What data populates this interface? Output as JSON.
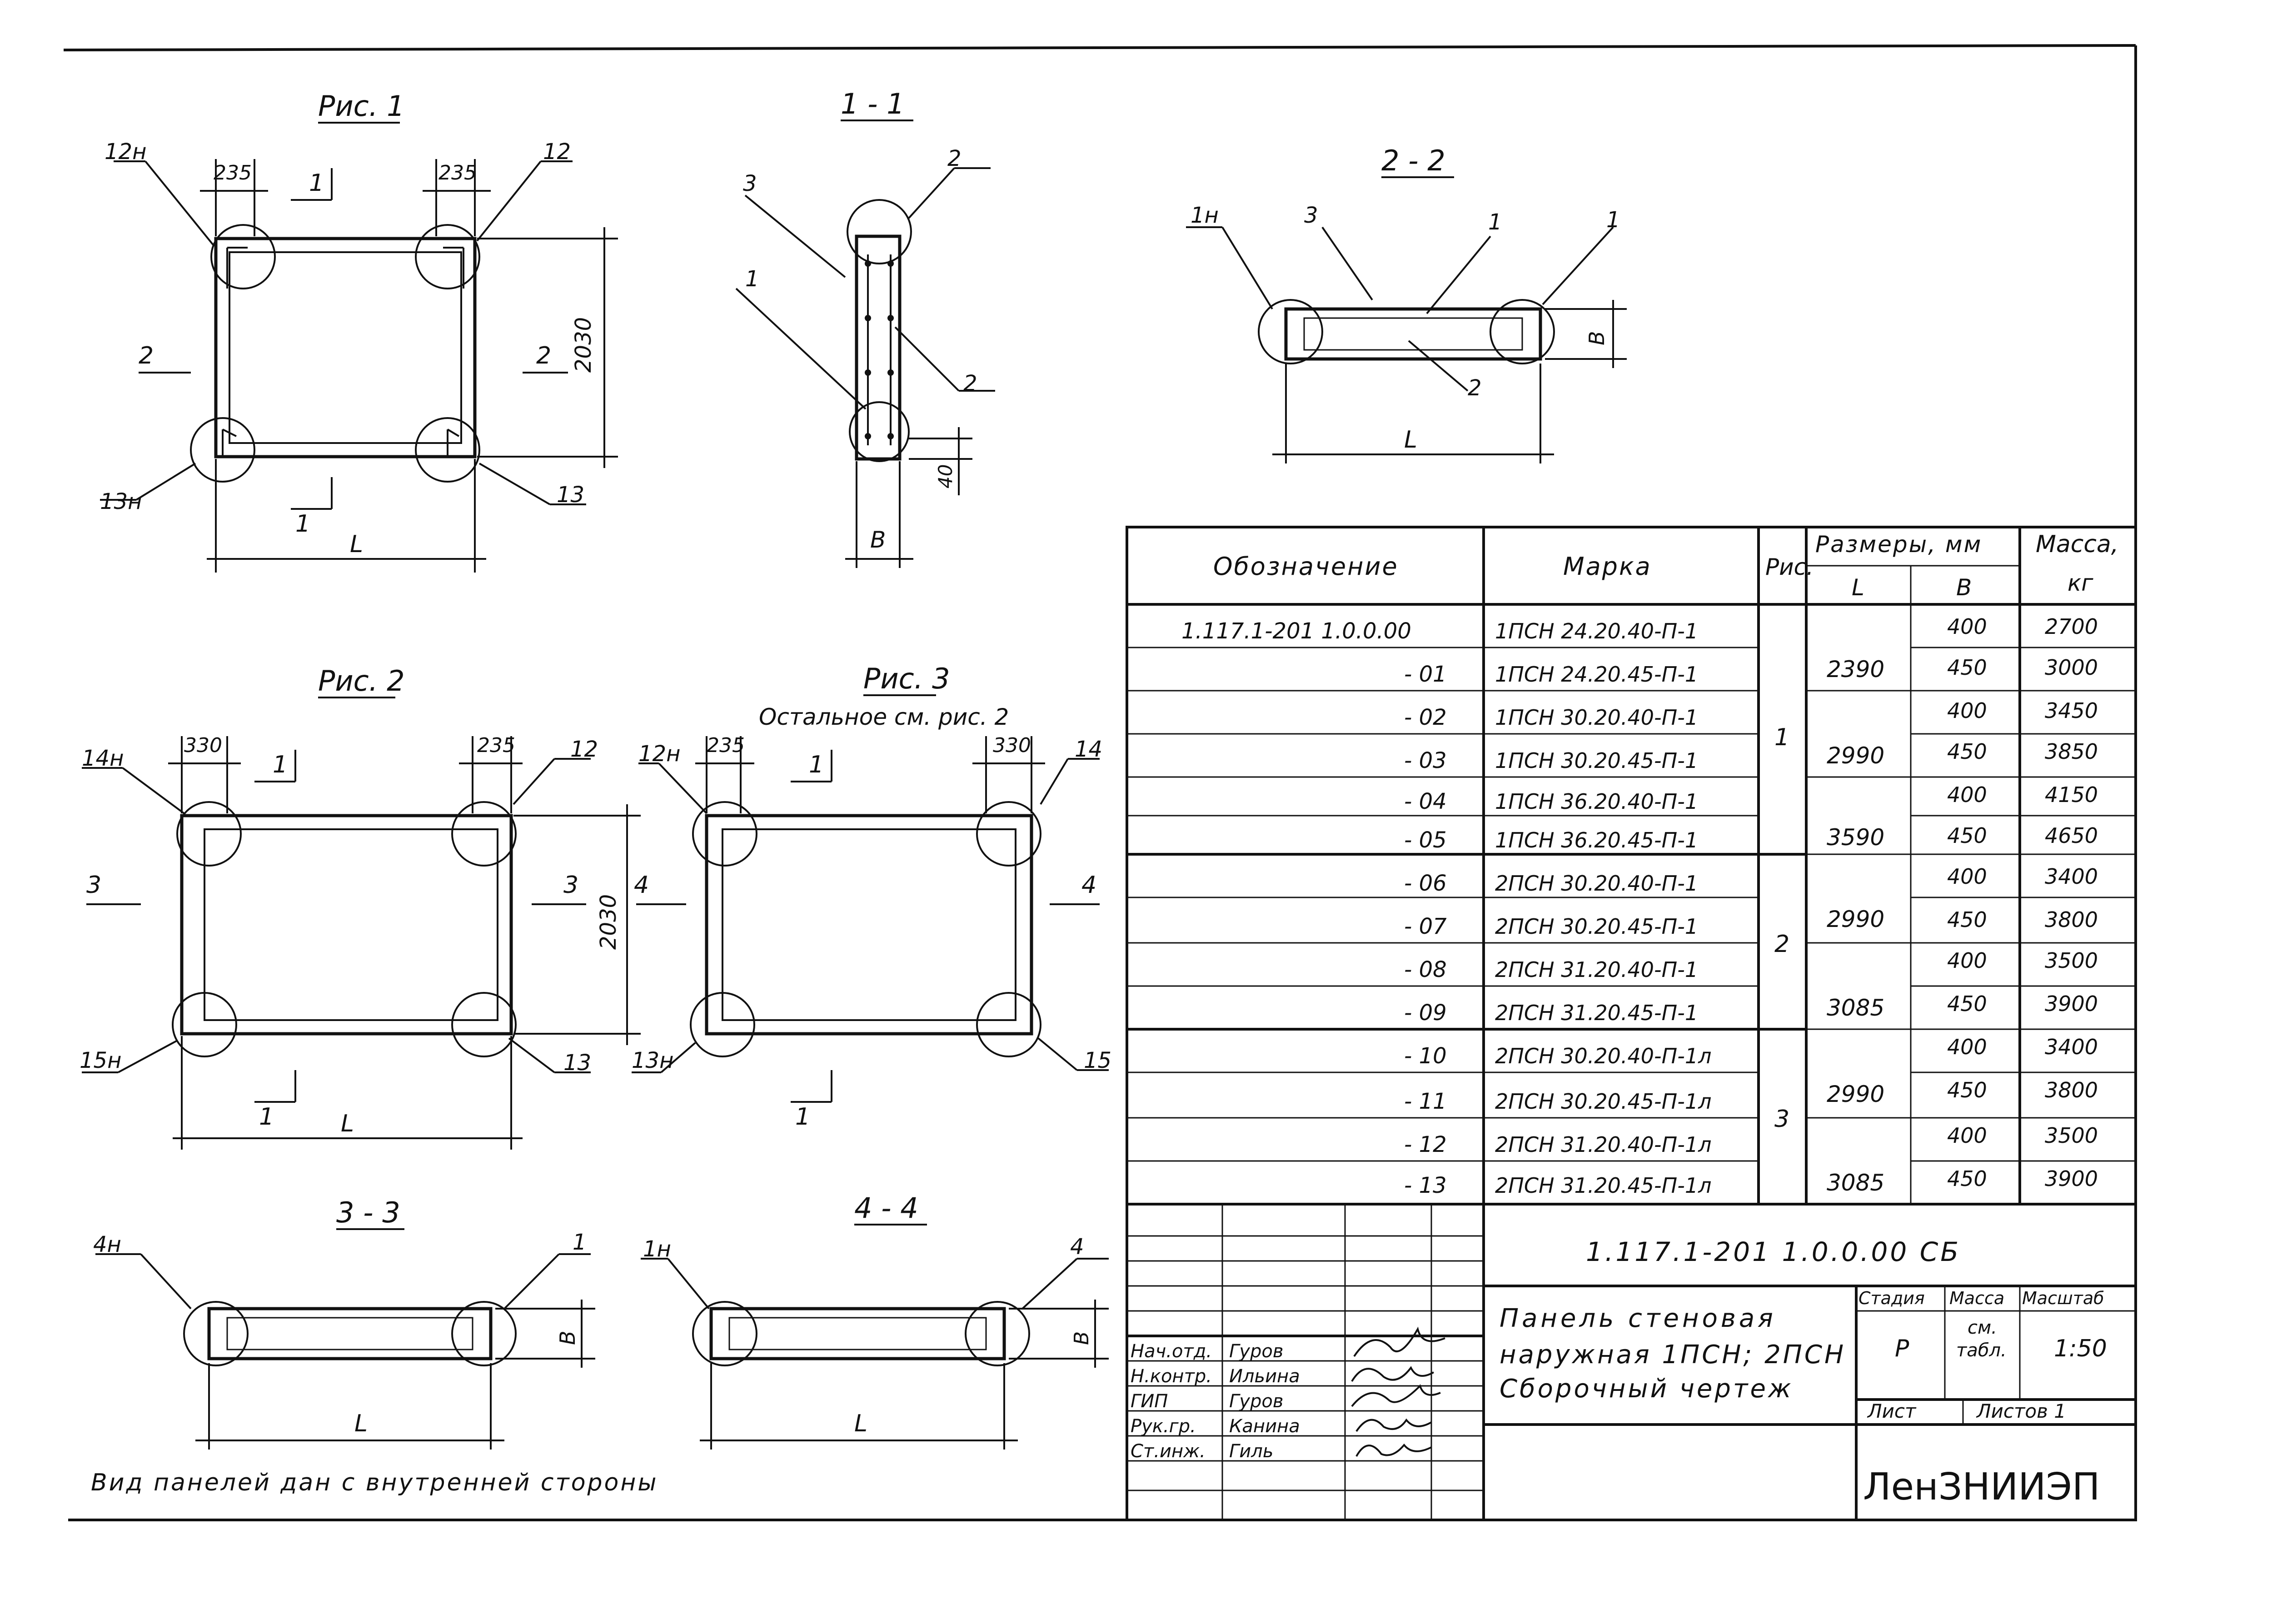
{
  "figures": {
    "fig1": {
      "title": "Рис. 1",
      "tag_tl": "12н",
      "tag_tr": "12",
      "tag_bl": "13н",
      "tag_br": "13",
      "dim_left": "235",
      "dim_right": "235",
      "dim_height": "2030",
      "dim_length": "L",
      "sec_top": "1",
      "sec_bottom": "1",
      "sec_left": "2",
      "sec_right": "2"
    },
    "s11": {
      "title": "1 - 1",
      "tag_3": "3",
      "tag_2top": "2",
      "tag_1": "1",
      "tag_2mid": "2",
      "dim_40": "40",
      "dim_width": "В"
    },
    "s22": {
      "title": "2 - 2",
      "tag_1n": "1н",
      "tag_3": "3",
      "tag_1a": "1",
      "tag_1b": "1",
      "tag_2": "2",
      "dim_b": "В",
      "dim_length": "L"
    },
    "fig2": {
      "title": "Рис. 2",
      "tag_tl": "14н",
      "tag_tr": "12",
      "tag_bl": "15н",
      "tag_br": "13",
      "dim_left": "330",
      "dim_right": "235",
      "dim_height": "2030",
      "dim_length": "L",
      "sec_top": "1",
      "sec_bottom": "1",
      "sec_left": "3",
      "sec_right": "3"
    },
    "fig3": {
      "title": "Рис. 3",
      "subtitle": "Остальное см. рис. 2",
      "tag_tl": "12н",
      "tag_tr": "14",
      "tag_bl": "13н",
      "tag_br": "15",
      "dim_left": "235",
      "dim_right": "330",
      "sec_top": "1",
      "sec_bottom": "1",
      "sec_left": "4",
      "sec_right": "4"
    },
    "s33": {
      "title": "3 - 3",
      "tag_l": "4н",
      "tag_r": "1",
      "dim_b": "В",
      "dim_length": "L"
    },
    "s44": {
      "title": "4 - 4",
      "tag_l": "1н",
      "tag_r": "4",
      "dim_b": "В",
      "dim_length": "L"
    }
  },
  "note": "Вид панелей дан с внутренней стороны",
  "spec_table": {
    "headers": {
      "designation": "Обозначение",
      "mark": "Марка",
      "fig": "Рис.",
      "sizes": "Размеры, мм",
      "size_l": "L",
      "size_b": "В",
      "mass": "Масса,",
      "mass_unit": "кг"
    },
    "rows": [
      {
        "designation": "1.117.1-201 1.0.0.00",
        "mark": "1ПСН 24.20.40-П-1",
        "b": "400",
        "mass": "2700"
      },
      {
        "designation": "- 01",
        "mark": "1ПСН 24.20.45-П-1",
        "b": "450",
        "mass": "3000"
      },
      {
        "designation": "- 02",
        "mark": "1ПСН 30.20.40-П-1",
        "b": "400",
        "mass": "3450"
      },
      {
        "designation": "- 03",
        "mark": "1ПСН 30.20.45-П-1",
        "b": "450",
        "mass": "3850"
      },
      {
        "designation": "- 04",
        "mark": "1ПСН 36.20.40-П-1",
        "b": "400",
        "mass": "4150"
      },
      {
        "designation": "- 05",
        "mark": "1ПСН 36.20.45-П-1",
        "b": "450",
        "mass": "4650"
      },
      {
        "designation": "- 06",
        "mark": "2ПСН 30.20.40-П-1",
        "b": "400",
        "mass": "3400"
      },
      {
        "designation": "- 07",
        "mark": "2ПСН 30.20.45-П-1",
        "b": "450",
        "mass": "3800"
      },
      {
        "designation": "- 08",
        "mark": "2ПСН 31.20.40-П-1",
        "b": "400",
        "mass": "3500"
      },
      {
        "designation": "- 09",
        "mark": "2ПСН 31.20.45-П-1",
        "b": "450",
        "mass": "3900"
      },
      {
        "designation": "- 10",
        "mark": "2ПСН 30.20.40-П-1л",
        "b": "400",
        "mass": "3400"
      },
      {
        "designation": "- 11",
        "mark": "2ПСН 30.20.45-П-1л",
        "b": "450",
        "mass": "3800"
      },
      {
        "designation": "- 12",
        "mark": "2ПСН 31.20.40-П-1л",
        "b": "400",
        "mass": "3500"
      },
      {
        "designation": "- 13",
        "mark": "2ПСН 31.20.45-П-1л",
        "b": "450",
        "mass": "3900"
      }
    ],
    "length_groups": [
      "2390",
      "2990",
      "3590",
      "2990",
      "3085",
      "2990",
      "3085"
    ],
    "fig_groups": [
      "1",
      "2",
      "3"
    ]
  },
  "title_block": {
    "doc_code": "1.117.1-201 1.0.0.00 СБ",
    "name_line1": "Панель стеновая",
    "name_line2": "наружная 1ПСН; 2ПСН",
    "name_line3": "Сборочный чертеж",
    "stage_label": "Стадия",
    "mass_label": "Масса",
    "scale_label": "Масштаб",
    "stage_value": "Р",
    "mass_value_1": "см.",
    "mass_value_2": "табл.",
    "scale_value": "1:50",
    "sheet_label": "Лист",
    "sheets_label": "Листов 1",
    "org": "ЛенЗНИИЭП",
    "staff": [
      {
        "role": "Нач.отд.",
        "name": "Гуров"
      },
      {
        "role": "Н.контр.",
        "name": "Ильина"
      },
      {
        "role": "ГИП",
        "name": "Гуров"
      },
      {
        "role": "Рук.гр.",
        "name": "Канина"
      },
      {
        "role": "Ст.инж.",
        "name": "Гиль"
      }
    ]
  }
}
